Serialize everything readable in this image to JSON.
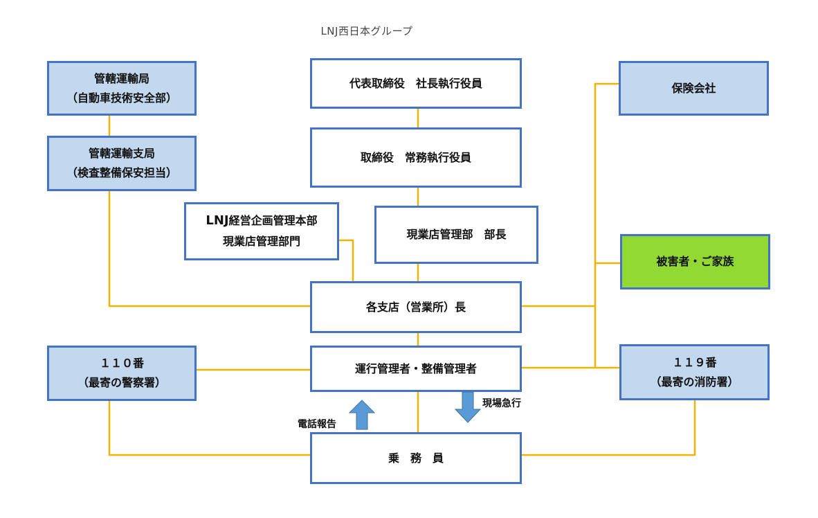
{
  "title": "LNJ西日本グループ",
  "nodes": {
    "ceo": {
      "line1": "代表取締役　社長執行役員"
    },
    "director": {
      "line1": "取締役　常務執行役員"
    },
    "site_mgmt_head": {
      "line1": "現業店管理部　部長"
    },
    "lnj_hq": {
      "prefix": "LNJ",
      "line1": "経営企画管理本部",
      "line2": "現業店管理部門"
    },
    "branch": {
      "line1": "各支店（営業所）長"
    },
    "operations": {
      "line1": "運行管理者・整備管理者"
    },
    "crew": {
      "line1": "乗　務　員"
    },
    "transport_bureau": {
      "line1": "管轄運輸局",
      "line2": "（自動車技術安全部）"
    },
    "transport_branch": {
      "line1": "管轄運輸支局",
      "line2": "（検査整備保安担当）"
    },
    "police": {
      "line1": "１１０番",
      "line2": "（最寄の警察署）"
    },
    "insurance": {
      "line1": "保険会社"
    },
    "victims": {
      "line1": "被害者・ご家族"
    },
    "fire": {
      "line1": "１１９番",
      "line2": "（最寄の消防署）"
    }
  },
  "arrows": {
    "report": "電話報告",
    "rush": "現場急行"
  },
  "colors": {
    "border": "#4472c4",
    "connector": "#f0b400",
    "arrow": "#5b9bd5",
    "light_blue": "#c2d8ee",
    "green": "#92d934"
  }
}
